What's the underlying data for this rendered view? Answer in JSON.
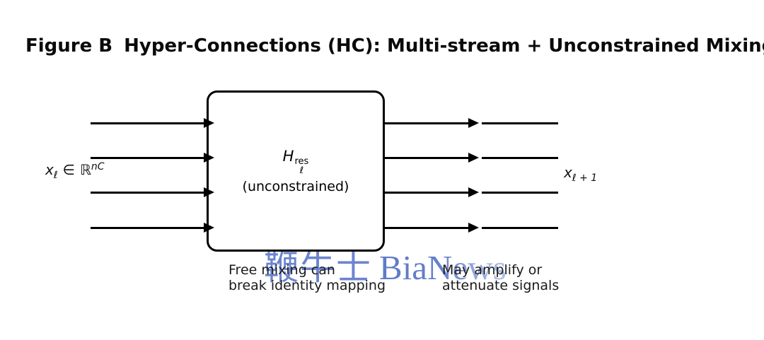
{
  "figure": {
    "label": "Figure B",
    "title": "Hyper-Connections (HC): Multi-stream + Unconstrained Mixing"
  },
  "diagram": {
    "streams": 4,
    "input_label": {
      "var": "x",
      "sub": "ℓ",
      "rel": "∈",
      "set": "ℝ",
      "sup": "nC"
    },
    "output_label": {
      "var": "x",
      "sub": "ℓ + 1"
    },
    "box": {
      "symbol": "H",
      "sup": "res",
      "sub": "ℓ",
      "note": "(unconstrained)"
    },
    "caption_left": [
      "Free mixing can",
      "break identity mapping"
    ],
    "caption_right": [
      "May amplify or",
      "attenuate signals"
    ]
  },
  "watermark": {
    "cjk": "鞭牛士",
    "latin": "BiaNews"
  },
  "colors": {
    "ink": "#000000",
    "watermark_blue": "#5b77cb",
    "watermark_blue_light": "#9fb0e2"
  }
}
